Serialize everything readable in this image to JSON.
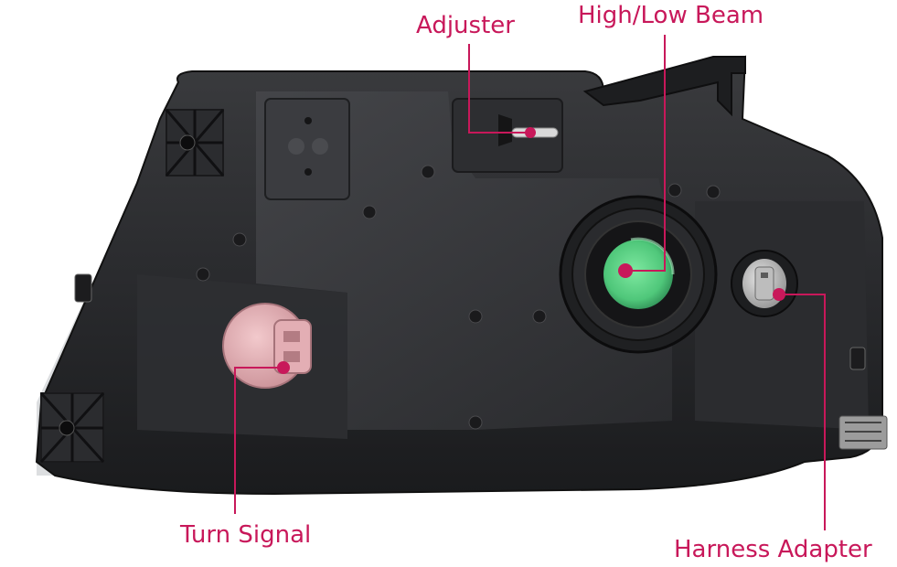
{
  "accent_color": "#c8185a",
  "callouts": {
    "adjuster": "Adjuster",
    "high_low_beam": "High/Low Beam",
    "turn_signal": "Turn Signal",
    "harness_adapter": "Harness Adapter"
  },
  "image": {
    "subject": "headlight-housing-rear",
    "parts": [
      "adjuster",
      "high-low-beam-socket",
      "turn-signal-socket",
      "harness-adapter",
      "mounting-tab",
      "mounting-bracket"
    ]
  }
}
